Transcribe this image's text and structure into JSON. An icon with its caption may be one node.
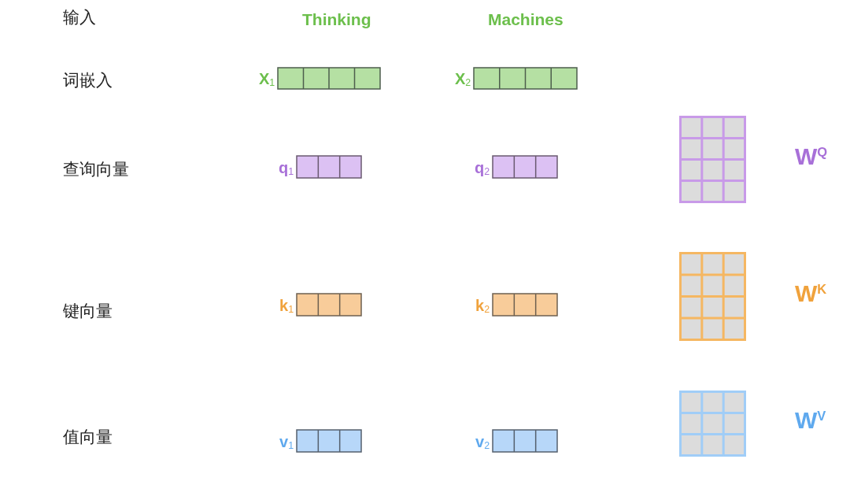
{
  "diagram": {
    "nodes": [
      {
        "text": [],
        "shape": "bar",
        "beside": [
          "X$_{1}$"
        ]
      },
      {
        "text": [],
        "shape": "bar",
        "beside": [
          "X$_{2}$"
        ]
      },
      {
        "text": [],
        "shape": "bar",
        "beside": [
          "q$_{1}$"
        ]
      },
      {
        "text": [],
        "shape": "bar",
        "beside": [
          "q$_{2}$"
        ]
      },
      {
        "text": [],
        "shape": "grid",
        "beside": [
          "W$^{Q}$"
        ]
      },
      {
        "text": [],
        "shape": "bar",
        "beside": [
          "k$_{1}$"
        ]
      },
      {
        "text": [],
        "shape": "bar",
        "beside": [
          "k$_{2}$"
        ]
      },
      {
        "text": [],
        "shape": "grid",
        "beside": [
          "W$^{K}$"
        ]
      },
      {
        "text": [],
        "shape": "bar",
        "beside": [
          "v$_{1}$"
        ]
      },
      {
        "text": [],
        "shape": "bar",
        "beside": [
          "v$_{2}$"
        ]
      },
      {
        "text": [],
        "shape": "grid",
        "beside": [
          "W$^{V}$"
        ]
      }
    ],
    "labels": [
      "输入",
      "Thinking",
      "Machines",
      "词嵌入",
      "查询向量",
      "键向量",
      "值向量"
    ]
  }
}
